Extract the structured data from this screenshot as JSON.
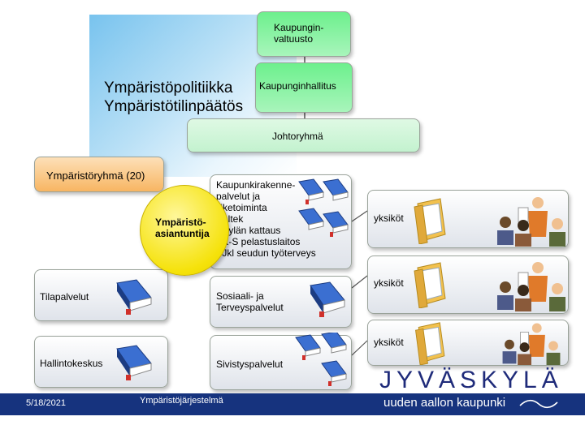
{
  "policy": {
    "line1": "Ympäristöpolitiikka",
    "line2": "Ympäristötilinpäätös"
  },
  "council": {
    "line1": "Kaupungin-",
    "line2": "valtuusto"
  },
  "government": {
    "label": "Kaupunginhallitus"
  },
  "management": {
    "label": "Johtoryhmä"
  },
  "env_group": {
    "label": "Ympäristöryhmä (20)"
  },
  "experts": {
    "line1": "Ympäristö-",
    "line2": "asiantuntija"
  },
  "infra": {
    "lines": [
      "Kaupunkirakenne-",
      "palvelut ja",
      "liiketoiminta",
      "- Altek",
      "- Kylän kattaus",
      "- K-S pelastuslaitos",
      "- Jkl seudun työterveys"
    ]
  },
  "facilities": {
    "label": "Tilapalvelut"
  },
  "admin": {
    "label": "Hallintokeskus"
  },
  "social": {
    "line1": "Sosiaali- ja",
    "line2": "Terveyspalvelut"
  },
  "education": {
    "label": "Sivistyspalvelut"
  },
  "units": {
    "label1": "yksiköt",
    "label2": "yksiköt",
    "label3": "yksiköt"
  },
  "footer": {
    "date": "5/18/2021",
    "title": "Ympäristöjärjestelmä"
  },
  "logo": {
    "name": "JYVÄSKYLÄ",
    "slogan": "uuden aallon kaupunki"
  },
  "colors": {
    "footer_bg": "#16337e",
    "highlight_green": "#6df08d",
    "expert_yellow": "#f5e20a",
    "group_orange": "#f7b562"
  }
}
